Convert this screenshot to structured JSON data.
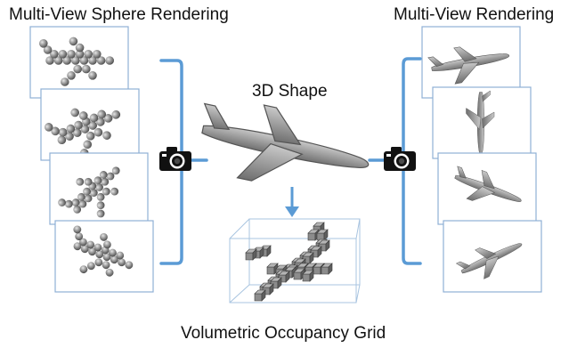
{
  "labels": {
    "left_title": "Multi-View Sphere Rendering",
    "right_title": "Multi-View Rendering",
    "center_title": "3D Shape",
    "bottom_title": "Volumetric Occupancy Grid"
  },
  "icons": {
    "left_camera": "camera-icon",
    "right_camera": "camera-icon",
    "arrow": "arrow-down-icon"
  },
  "colors": {
    "bracket": "#5b9bd5",
    "frame_border": "#8fb0d6",
    "plane": "#8a8a8a",
    "voxel": "#7a7a7a",
    "grid_box": "#a8c4e0"
  }
}
